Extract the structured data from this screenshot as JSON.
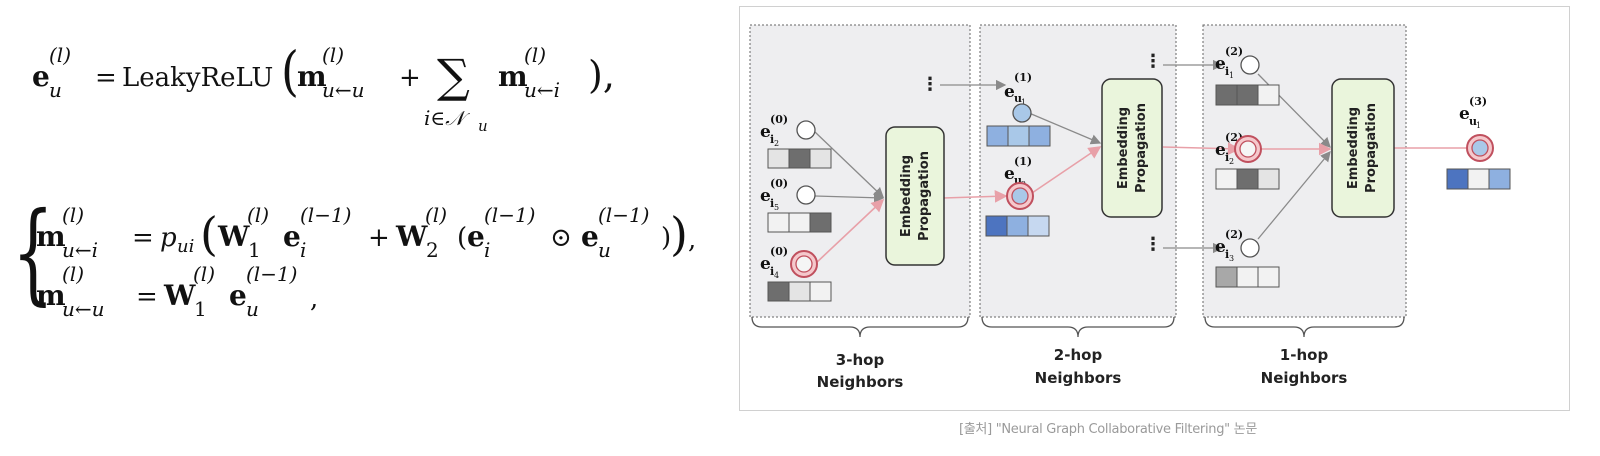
{
  "equation1": {
    "lhs": "e",
    "lhs_sup": "(l)",
    "lhs_sub": "u",
    "equals": "=",
    "func": "LeakyReLU",
    "term1": "m",
    "term1_sup": "(l)",
    "term1_sub": "u←u",
    "plus": "+",
    "sum_symbol": "∑",
    "sum_index": "i∈𝒩",
    "sum_index_sub": "u",
    "term2": "m",
    "term2_sup": "(l)",
    "term2_sub": "u←i",
    "trail": "),"
  },
  "equation2": {
    "line1": {
      "lhs": "m",
      "lhs_sup": "(l)",
      "lhs_sub": "u←i",
      "equals": "=",
      "coef": "p",
      "coef_sub": "ui",
      "w1": "W",
      "w1_sup": "(l)",
      "w1_sub": "1",
      "e1": "e",
      "e1_sup": "(l−1)",
      "e1_sub": "i",
      "plus": "+",
      "w2": "W",
      "w2_sup": "(l)",
      "w2_sub": "2",
      "open": "(",
      "e2": "e",
      "e2_sup": "(l−1)",
      "e2_sub": "i",
      "odot": "⊙",
      "e3": "e",
      "e3_sup": "(l−1)",
      "e3_sub": "u",
      "close": "))",
      "trail": ","
    },
    "line2": {
      "lhs": "m",
      "lhs_sup": "(l)",
      "lhs_sub": "u←u",
      "equals": "=",
      "w": "W",
      "w_sup": "(l)",
      "w_sub": "1",
      "e": "e",
      "e_sup": "(l−1)",
      "e_sub": "u",
      "trail": ","
    }
  },
  "diagram": {
    "propagation_label_line1": "Embedding",
    "propagation_label_line2": "Propagation",
    "hop_labels": [
      {
        "line1": "3-hop",
        "line2": "Neighbors"
      },
      {
        "line1": "2-hop",
        "line2": "Neighbors"
      },
      {
        "line1": "1-hop",
        "line2": "Neighbors"
      }
    ],
    "node_labels": {
      "e": "e",
      "layer0": "(0)",
      "layer1": "(1)",
      "layer2": "(2)",
      "layer3": "(3)",
      "i2": "i",
      "i2_sub": "2",
      "i5": "i",
      "i5_sub": "5",
      "i4": "i",
      "i4_sub": "4",
      "i1": "i",
      "i1_sub": "1",
      "i3": "i",
      "i3_sub": "3",
      "u1": "u",
      "u1_sub": "1",
      "u2": "u",
      "u2_sub": "2"
    },
    "ellipsis": "⋮",
    "colors": {
      "highlight_path": "#e8a0a8",
      "node_ring": "#c0505e",
      "node_fill": "#a9c8e8",
      "prop_box_fill": "#eaf5dc",
      "dark_blue": "#4d74c0",
      "mid_blue": "#8eb0e0",
      "light_blue": "#c6d8f0",
      "gray_dark": "#6e6e6e",
      "gray_mid": "#a8a8a8",
      "gray_light": "#e4e4e4"
    }
  },
  "caption": "[출처] \"Neural Graph Collaborative Filtering\" 논문"
}
